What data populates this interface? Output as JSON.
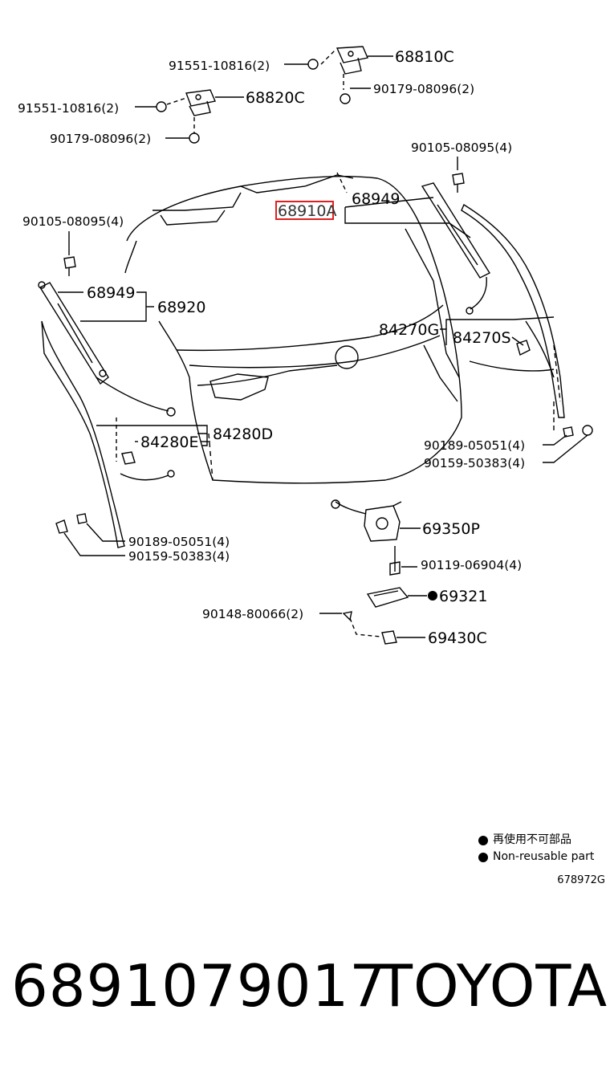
{
  "callouts": {
    "p68810C": "68810C",
    "p91551_top": "91551-10816(2)",
    "p90179_top": "90179-08096(2)",
    "p68820C": "68820C",
    "p91551_left": "91551-10816(2)",
    "p90179_left": "90179-08096(2)",
    "p90105_right": "90105-08095(4)",
    "p68949_top": "68949",
    "p68910A": "68910A",
    "p90105_left": "90105-08095(4)",
    "p68949_left": "68949",
    "p68920": "68920",
    "p84270G": "84270G",
    "p84270S": "84270S",
    "p84280E": "84280E",
    "p84280D": "84280D",
    "p90189_right": "90189-05051(4)",
    "p90159_right": "90159-50383(4)",
    "p69350P": "69350P",
    "p90189_left": "90189-05051(4)",
    "p90159_left": "90159-50383(4)",
    "p90119": "90119-06904(4)",
    "p69321": "69321",
    "p90148": "90148-80066(2)",
    "p69430C": "69430C"
  },
  "highlight_color": "#e02020",
  "legend": {
    "jp": "再使用不可部品",
    "en": "Non-reusable part"
  },
  "diagram_code": "678972G",
  "footer": {
    "part_number": "6891079017",
    "brand": "TOYOTA"
  }
}
